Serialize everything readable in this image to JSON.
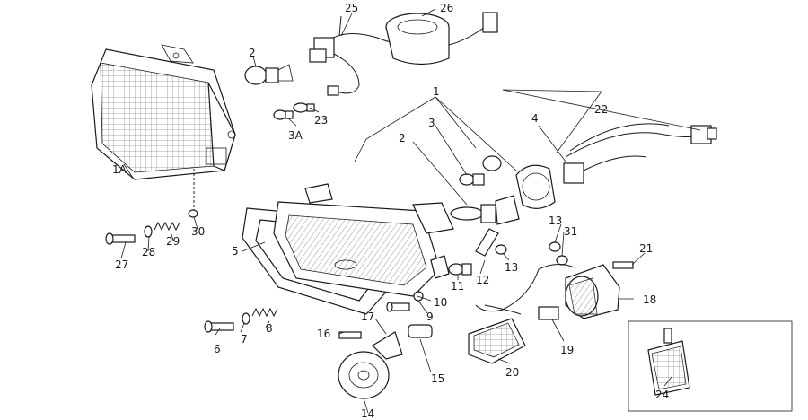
{
  "callouts": [
    {
      "id": "1",
      "label": "1"
    },
    {
      "id": "1A",
      "label": "1A"
    },
    {
      "id": "2a",
      "label": "2"
    },
    {
      "id": "2b",
      "label": "2"
    },
    {
      "id": "3",
      "label": "3"
    },
    {
      "id": "3A",
      "label": "3A"
    },
    {
      "id": "4",
      "label": "4"
    },
    {
      "id": "5",
      "label": "5"
    },
    {
      "id": "6",
      "label": "6"
    },
    {
      "id": "7",
      "label": "7"
    },
    {
      "id": "8",
      "label": "8"
    },
    {
      "id": "9",
      "label": "9"
    },
    {
      "id": "10",
      "label": "10"
    },
    {
      "id": "11",
      "label": "11"
    },
    {
      "id": "12",
      "label": "12"
    },
    {
      "id": "13a",
      "label": "13"
    },
    {
      "id": "13b",
      "label": "13"
    },
    {
      "id": "14",
      "label": "14"
    },
    {
      "id": "15",
      "label": "15"
    },
    {
      "id": "16",
      "label": "16"
    },
    {
      "id": "17",
      "label": "17"
    },
    {
      "id": "18",
      "label": "18"
    },
    {
      "id": "19",
      "label": "19"
    },
    {
      "id": "20",
      "label": "20"
    },
    {
      "id": "21",
      "label": "21"
    },
    {
      "id": "22",
      "label": "22"
    },
    {
      "id": "23",
      "label": "23"
    },
    {
      "id": "24",
      "label": "24"
    },
    {
      "id": "25",
      "label": "25"
    },
    {
      "id": "26",
      "label": "26"
    },
    {
      "id": "27",
      "label": "27"
    },
    {
      "id": "28",
      "label": "28"
    },
    {
      "id": "29",
      "label": "29"
    },
    {
      "id": "30",
      "label": "30"
    },
    {
      "id": "31",
      "label": "31"
    }
  ]
}
